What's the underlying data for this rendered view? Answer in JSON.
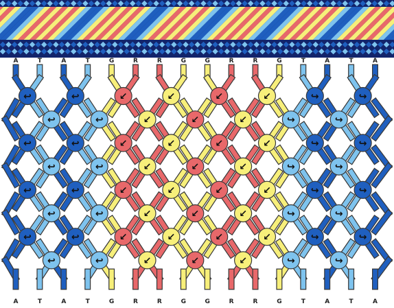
{
  "top_labels": [
    "A",
    "T",
    "A",
    "T",
    "G",
    "R",
    "R",
    "G",
    "G",
    "R",
    "R",
    "G",
    "T",
    "A",
    "T",
    "A"
  ],
  "bottom_labels": [
    "A",
    "T",
    "A",
    "T",
    "G",
    "R",
    "R",
    "G",
    "G",
    "R",
    "R",
    "G",
    "T",
    "A",
    "T",
    "A"
  ],
  "colors": {
    "A": "#1f5fbf",
    "T": "#7ec3ee",
    "G": "#f7ef7a",
    "R": "#e8686a",
    "outline": "#3a3a3a",
    "band_dark": "#12246b"
  },
  "knot_types": {
    "forward": "↘",
    "backward": "↙",
    "forward_back": "↩",
    "backward_forward": "↪"
  },
  "rows_of_knots": 8
}
